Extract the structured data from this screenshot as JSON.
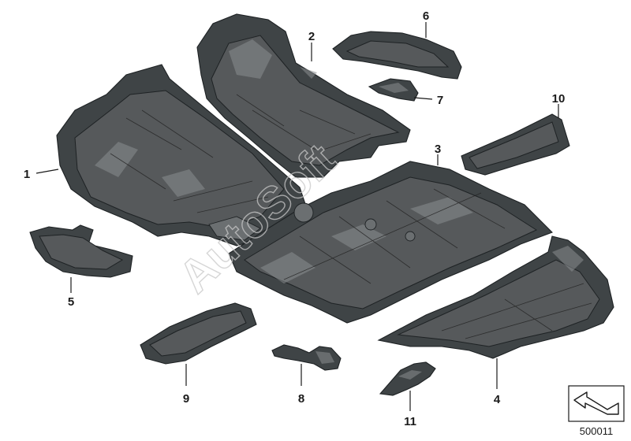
{
  "diagram": {
    "callouts": [
      {
        "id": "1",
        "label": "1"
      },
      {
        "id": "2",
        "label": "2"
      },
      {
        "id": "3",
        "label": "3"
      },
      {
        "id": "4",
        "label": "4"
      },
      {
        "id": "5",
        "label": "5"
      },
      {
        "id": "6",
        "label": "6"
      },
      {
        "id": "7",
        "label": "7"
      },
      {
        "id": "8",
        "label": "8"
      },
      {
        "id": "9",
        "label": "9"
      },
      {
        "id": "10",
        "label": "10"
      },
      {
        "id": "11",
        "label": "11"
      }
    ],
    "watermark": "AutoSoft",
    "document_number": "500011"
  },
  "colors": {
    "part_dark": "#3f4446",
    "part_mid": "#56595b",
    "callout": "#1a1a1a",
    "watermark": "#c9c9c9"
  }
}
